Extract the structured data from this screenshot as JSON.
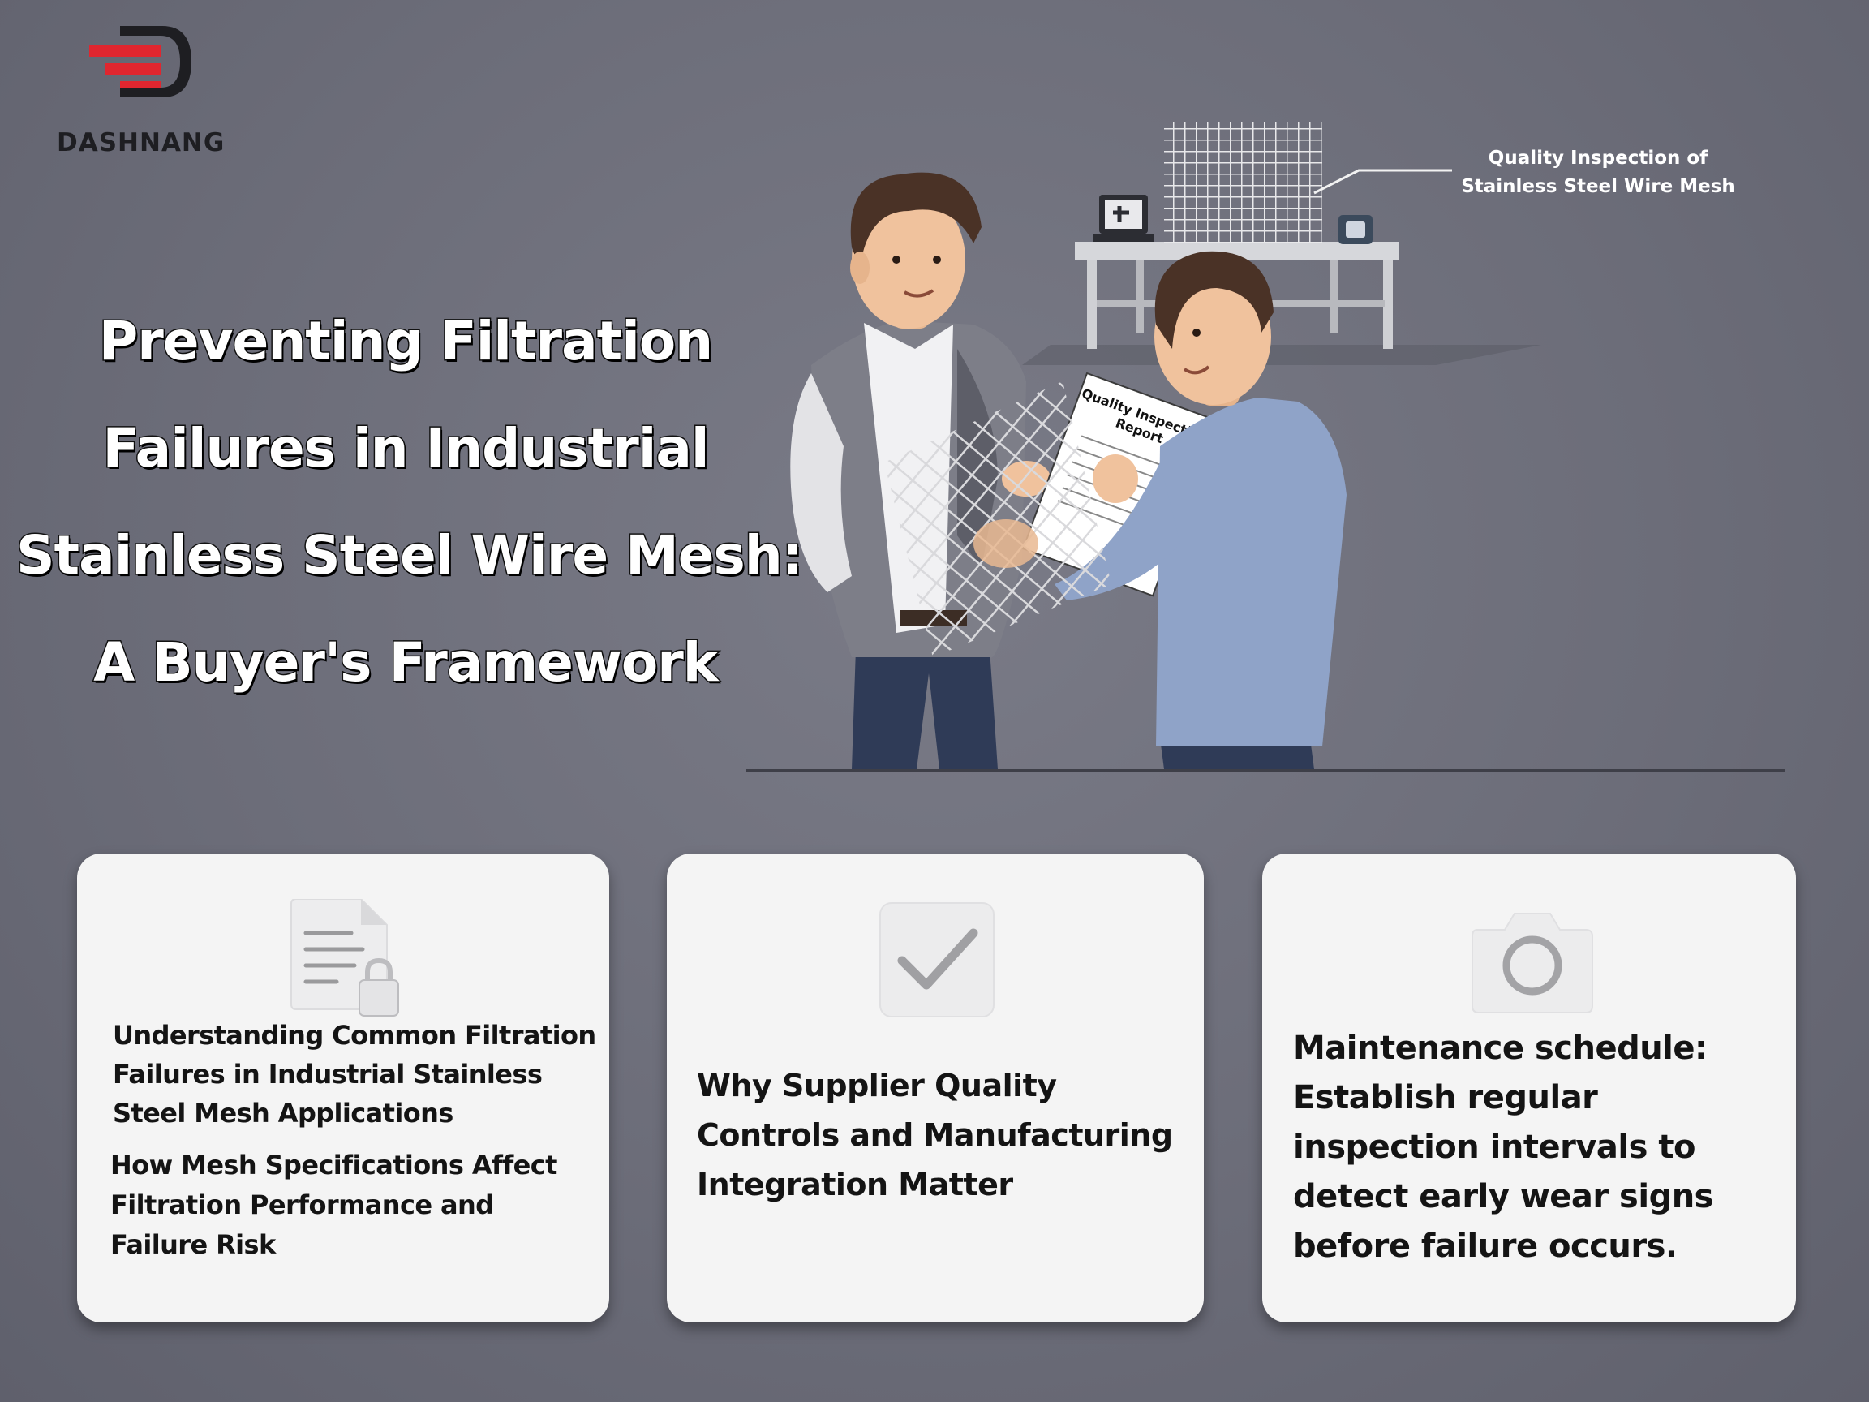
{
  "brand": {
    "name": "DASHNANG",
    "colors": {
      "red": "#e0262f",
      "dark": "#1e1e22"
    }
  },
  "title": {
    "line1": "Preventing Filtration",
    "line2": "Failures in Industrial",
    "line3": "Stainless Steel Wire Mesh:",
    "line4": "A Buyer's Framework"
  },
  "illustration": {
    "callout_line1": "Quality Inspection of",
    "callout_line2": "Stainless Steel Wire Mesh",
    "report_line1": "Quality Inspection",
    "report_line2": "Report"
  },
  "cards": [
    {
      "icon": "document-lock-icon",
      "text1": "Understanding Common Filtration Failures in Industrial Stainless Steel Mesh Applications",
      "text2": "How Mesh Specifications Affect Filtration Performance and Failure Risk"
    },
    {
      "icon": "checkmark-icon",
      "text1": "Why Supplier Quality Controls and Manufacturing Integration Matter"
    },
    {
      "icon": "camera-icon",
      "text1": "Maintenance schedule: Establish regular inspection intervals to detect early wear signs before failure occurs."
    }
  ],
  "colors": {
    "background": "#6b6c78",
    "card": "#f4f4f4",
    "text": "#141414"
  }
}
